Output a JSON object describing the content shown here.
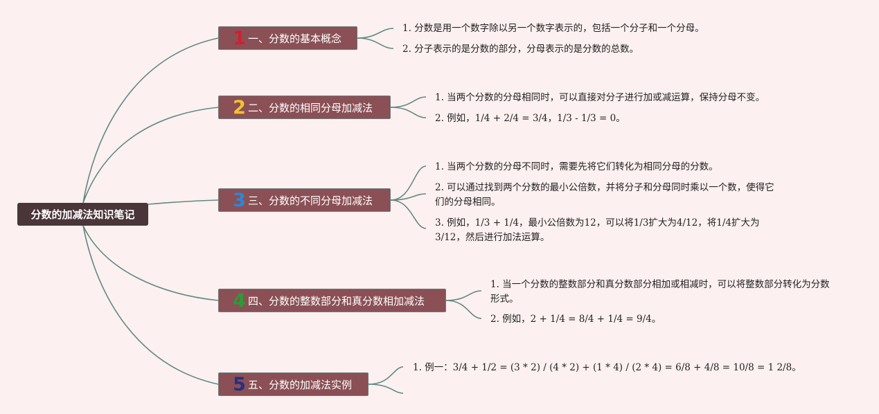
{
  "root": {
    "title": "分数的加减法知识笔记"
  },
  "colors": {
    "background": "#fdf0f0",
    "root_box": "#4a3538",
    "branch_box": "#8a5055",
    "connector": "#5f8a80"
  },
  "branches": [
    {
      "number": "1",
      "number_color": "#d0202e",
      "label": "一、分数的基本概念",
      "items": [
        "1. 分数是用一个数字除以另一个数字表示的，包括一个分子和一个分母。",
        "2. 分子表示的是分数的部分，分母表示的是分数的总数。"
      ]
    },
    {
      "number": "2",
      "number_color": "#f2c230",
      "label": "二、分数的相同分母加减法",
      "items": [
        "1. 当两个分数的分母相同时，可以直接对分子进行加或减运算，保持分母不变。",
        "2. 例如，1/4 + 2/4 = 3/4，1/3 - 1/3 = 0。"
      ]
    },
    {
      "number": "3",
      "number_color": "#2e86d6",
      "label": "三、分数的不同分母加减法",
      "items": [
        "1. 当两个分数的分母不同时，需要先将它们转化为相同分母的分数。",
        "2. 可以通过找到两个分数的最小公倍数，并将分子和分母同时乘以一个数，使得它们的分母相同。",
        "3. 例如，1/3 + 1/4，最小公倍数为12，可以将1/3扩大为4/12，将1/4扩大为3/12，然后进行加法运算。"
      ]
    },
    {
      "number": "4",
      "number_color": "#2e9a36",
      "label": "四、分数的整数部分和真分数相加减法",
      "items": [
        "1. 当一个分数的整数部分和真分数部分相加或相减时，可以将整数部分转化为分数形式。",
        "2. 例如，2 + 1/4 = 8/4 + 1/4 = 9/4。"
      ]
    },
    {
      "number": "5",
      "number_color": "#26307e",
      "label": "五、分数的加减法实例",
      "items": [
        "1. 例一：3/4 + 1/2 = (3 * 2) / (4 * 2) + (1 * 4) / (2 * 4) = 6/8 + 4/8 = 10/8 = 1 2/8。"
      ]
    }
  ]
}
